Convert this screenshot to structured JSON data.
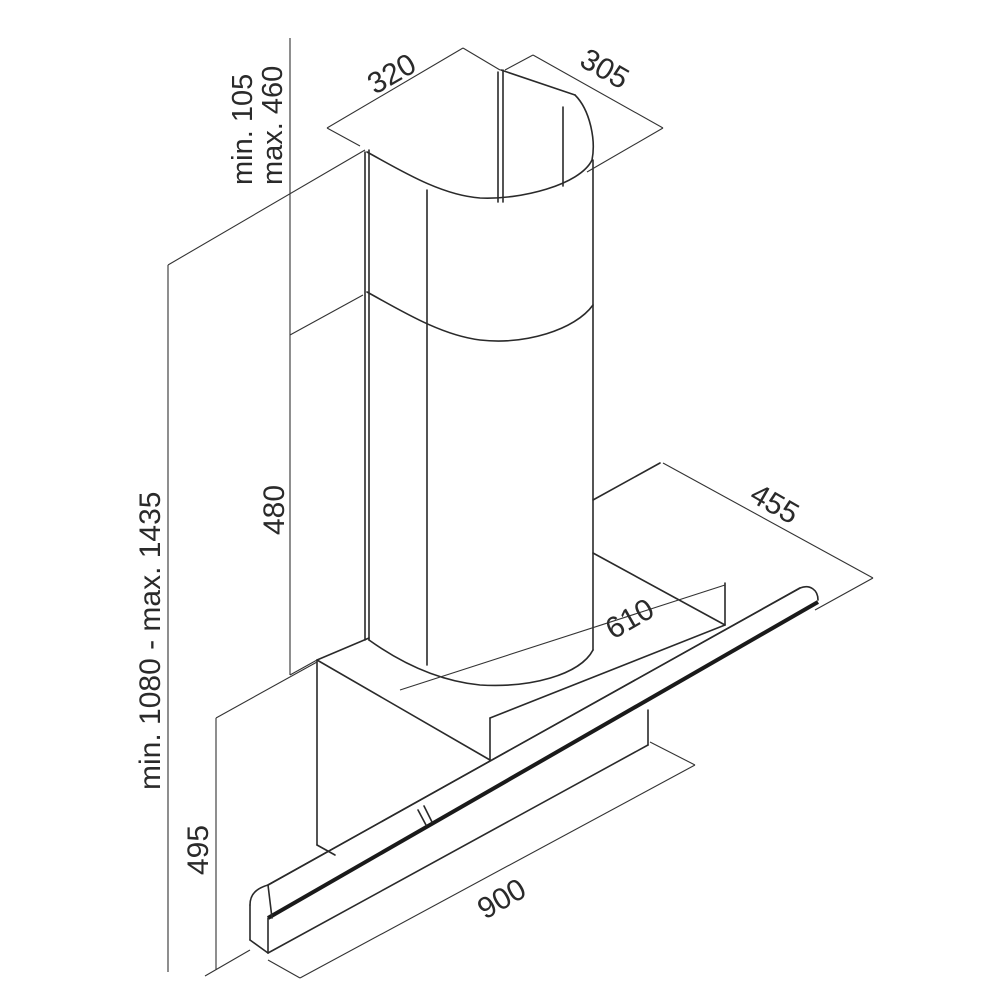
{
  "diagram": {
    "subject": "Wall-mounted chimney cooker hood",
    "units": "mm",
    "dimensions": {
      "chimney_width": "320",
      "chimney_depth": "305",
      "top_extension": {
        "min": "min. 105",
        "max": "max. 460"
      },
      "overall_height": "min. 1080 - max. 1435",
      "chimney_lower_height": "480",
      "body_height": "495",
      "hood_depth": "455",
      "back_panel_width": "610",
      "hood_width": "900"
    }
  }
}
